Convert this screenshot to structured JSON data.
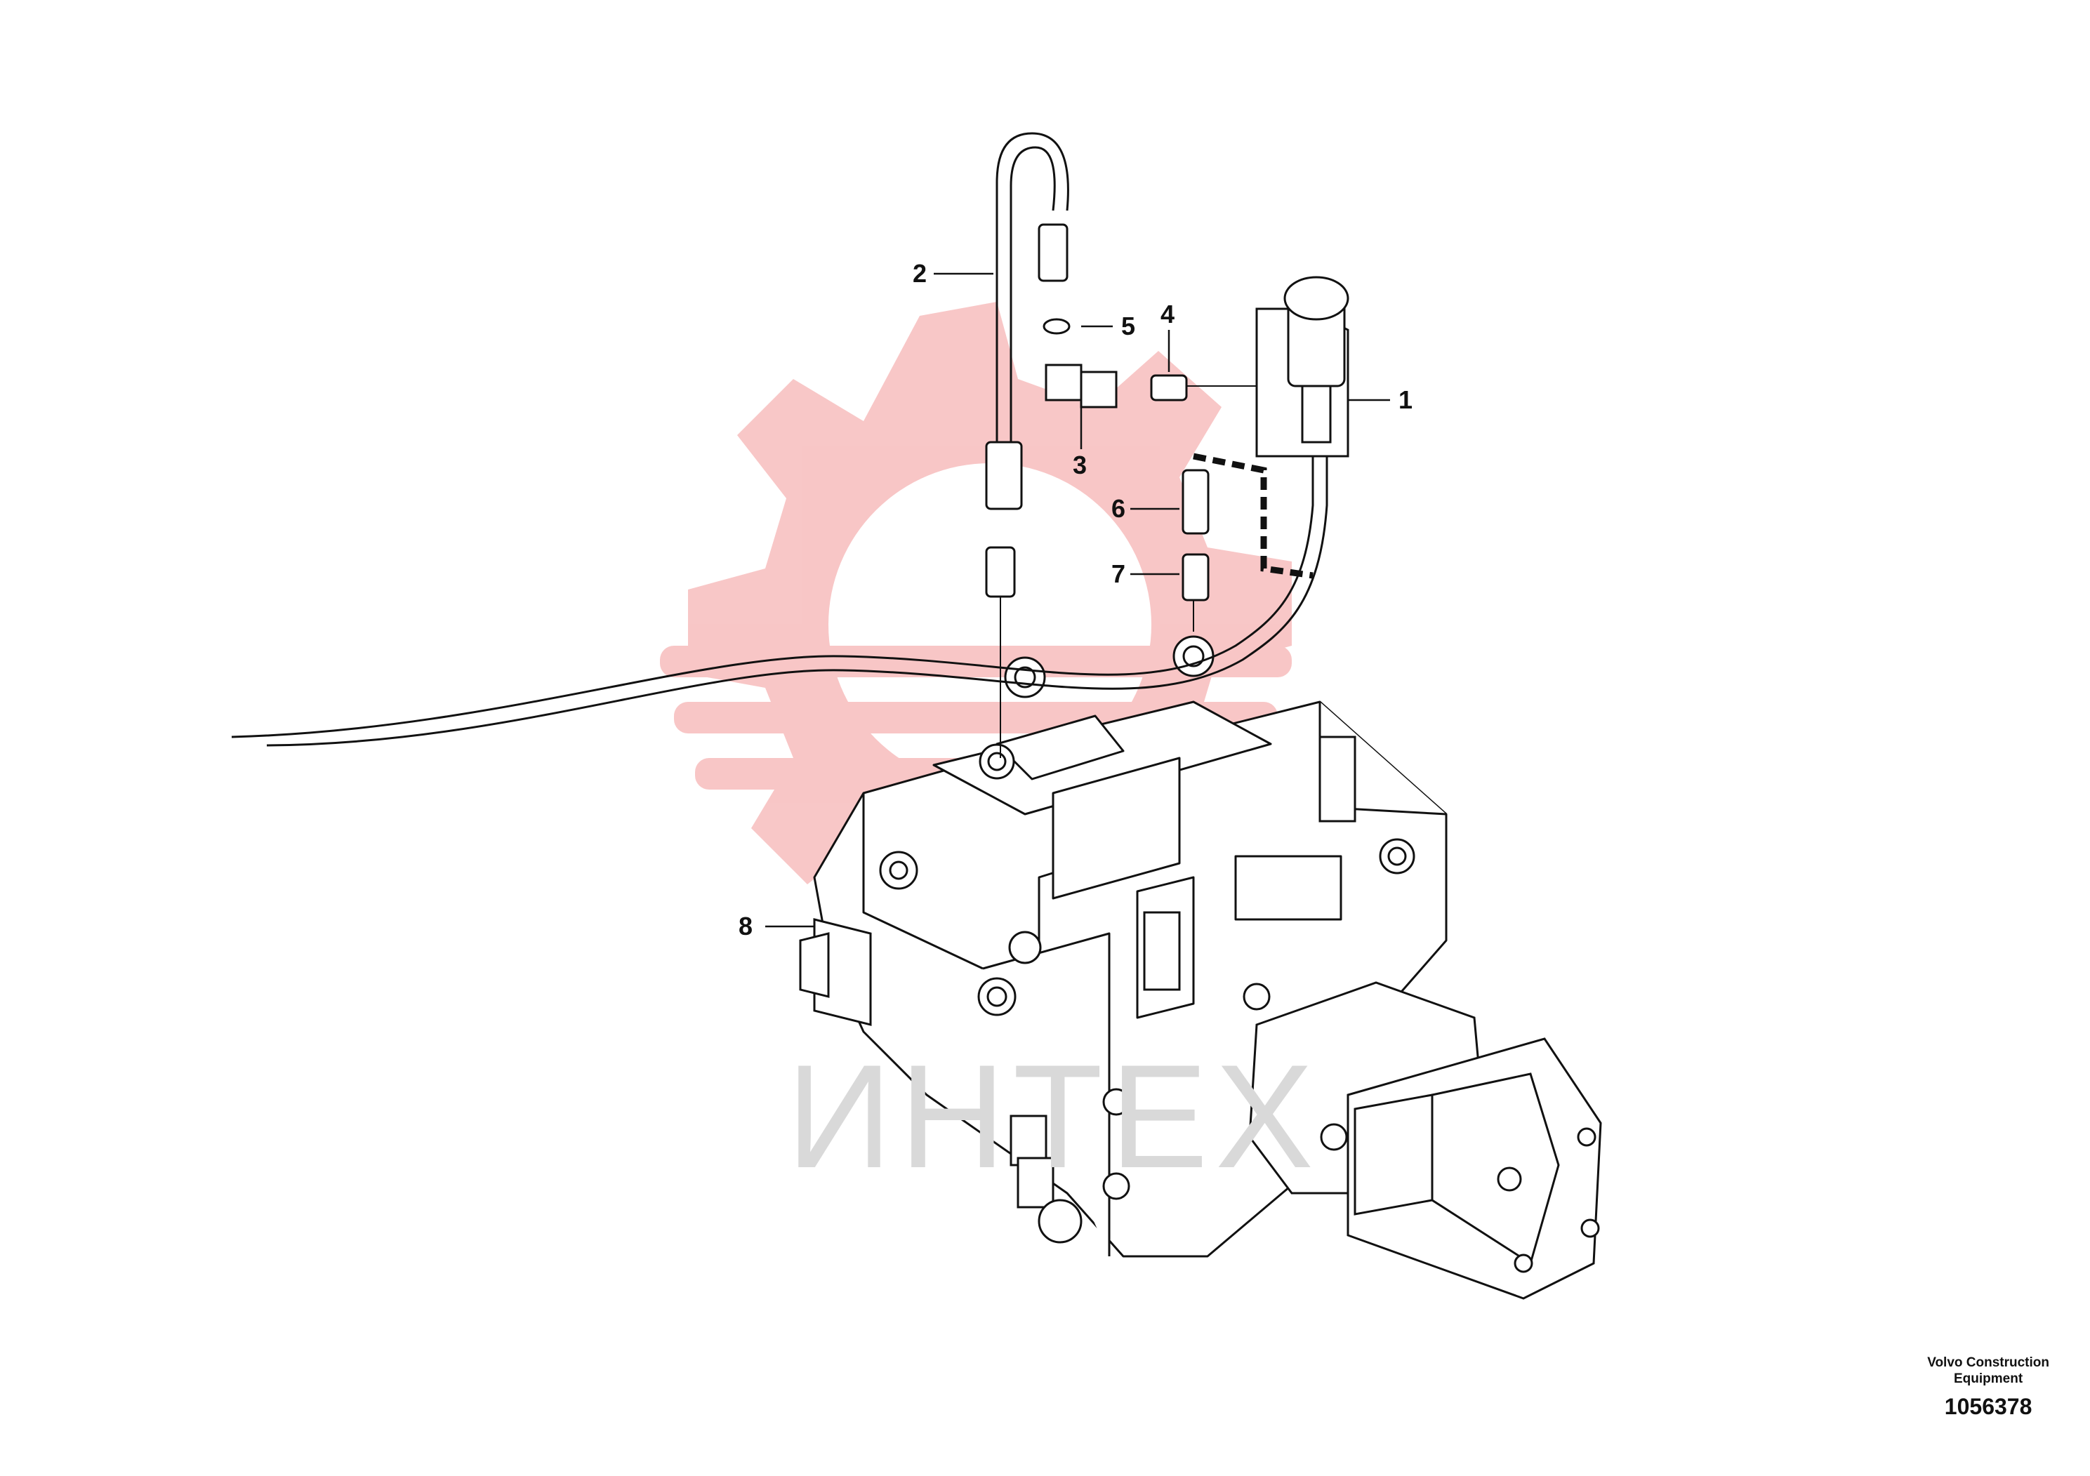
{
  "callouts": [
    {
      "id": "1",
      "label": "1"
    },
    {
      "id": "2",
      "label": "2"
    },
    {
      "id": "3",
      "label": "3"
    },
    {
      "id": "4",
      "label": "4"
    },
    {
      "id": "5",
      "label": "5"
    },
    {
      "id": "6",
      "label": "6"
    },
    {
      "id": "7",
      "label": "7"
    },
    {
      "id": "8",
      "label": "8"
    }
  ],
  "credit": {
    "company_line1": "Volvo Construction",
    "company_line2": "Equipment",
    "document_number": "1056378"
  },
  "watermark": {
    "text": "ИНТЕХ",
    "color": "#d9d9d9",
    "logo_color": "#f6b4b4"
  }
}
